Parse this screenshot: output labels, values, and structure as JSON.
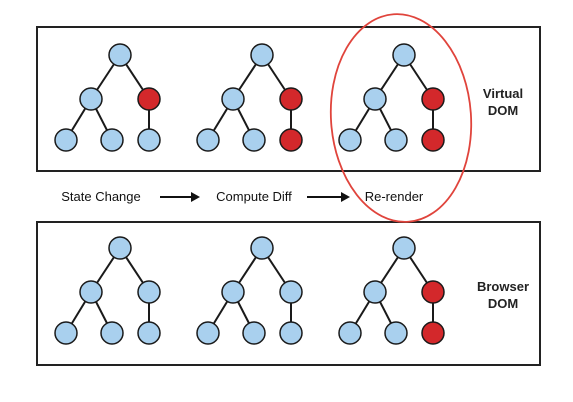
{
  "colors": {
    "node_default": "#a9d0ee",
    "node_changed": "#d3282b",
    "node_stroke": "#1a1a1a",
    "edge": "#1a1a1a",
    "panel_border": "#222222",
    "highlight_ellipse": "#e0443c"
  },
  "virtual_dom": {
    "label_line1": "Virtual",
    "label_line2": "DOM",
    "trees": [
      {
        "changed": [
          "right",
          "rightChild"
        ],
        "right_has_child": false,
        "changed_node": "right"
      },
      {
        "changed": [
          "right",
          "rightChild"
        ],
        "right_has_child": true
      },
      {
        "changed": [
          "right",
          "rightChild"
        ],
        "right_has_child": true
      }
    ]
  },
  "browser_dom": {
    "label_line1": "Browser",
    "label_line2": "DOM",
    "trees": [
      {
        "changed": [],
        "right_has_child": true
      },
      {
        "changed": [],
        "right_has_child": true
      },
      {
        "changed": [
          "right",
          "rightChild"
        ],
        "right_has_child": true
      }
    ]
  },
  "steps": [
    {
      "label": "State Change"
    },
    {
      "label": "Compute Diff"
    },
    {
      "label": "Re-render"
    }
  ]
}
